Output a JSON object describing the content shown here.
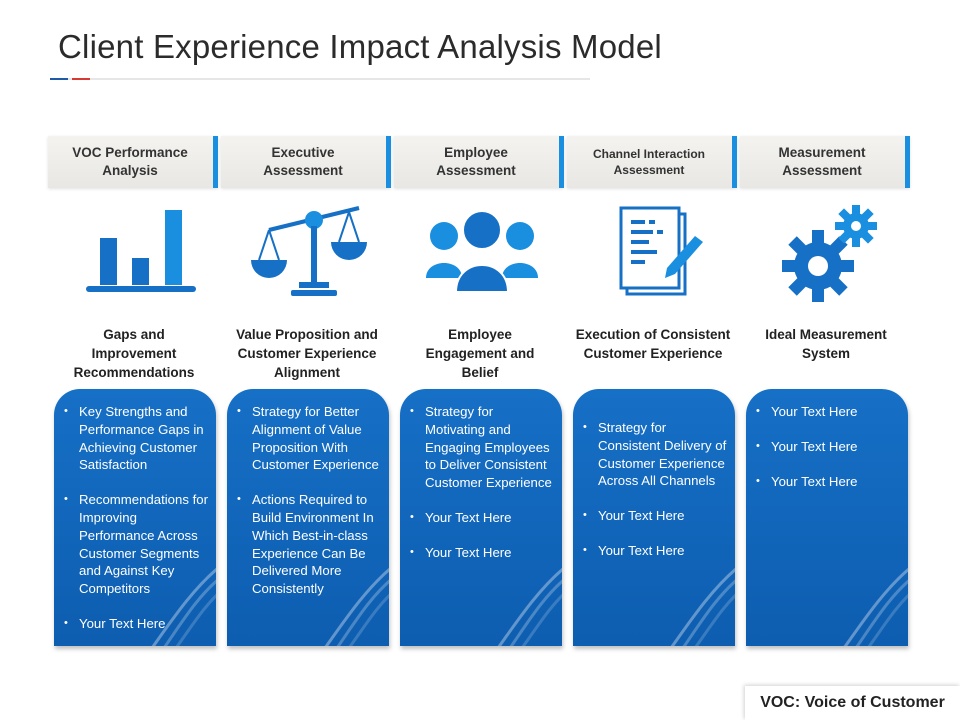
{
  "title": "Client Experience Impact Analysis Model",
  "accent_colors": {
    "primary_blue": "#1670c6",
    "header_accent": "#1a8fe0",
    "rule_blue": "#1f5aa6",
    "rule_red": "#d63b33"
  },
  "columns": [
    {
      "header": "VOC Performance\nAnalysis",
      "icon": "bar-chart-icon",
      "subtitle": "Gaps and\nImprovement\nRecommendations",
      "bullets": [
        "Key Strengths and Performance Gaps in Achieving Customer Satisfaction",
        "Recommendations for Improving Performance Across Customer Segments and Against Key Competitors",
        "Your Text Here"
      ]
    },
    {
      "header": "Executive\nAssessment",
      "icon": "balance-scale-icon",
      "subtitle": "Value Proposition and\nCustomer Experience\nAlignment",
      "bullets": [
        "Strategy for Better Alignment of Value Proposition With Customer Experience",
        "Actions Required to Build Environment In Which Best-in-class Experience Can Be Delivered More Consistently"
      ]
    },
    {
      "header": "Employee\nAssessment",
      "icon": "people-group-icon",
      "subtitle": "Employee\nEngagement and\nBelief",
      "bullets": [
        "Strategy for Motivating and Engaging Employees to Deliver Consistent Customer Experience",
        "Your Text Here",
        "Your Text Here"
      ]
    },
    {
      "header": "Channel Interaction\nAssessment",
      "icon": "document-pen-icon",
      "subtitle": "Execution of Consistent\nCustomer Experience",
      "bullets": [
        "Strategy for Consistent Delivery of Customer Experience Across All Channels",
        "Your Text Here",
        "Your Text Here"
      ]
    },
    {
      "header": "Measurement\nAssessment",
      "icon": "gears-icon",
      "subtitle": "Ideal Measurement\nSystem",
      "bullets": [
        "Your Text Here",
        "Your Text Here",
        "Your Text Here"
      ]
    }
  ],
  "footnote": "VOC: Voice of Customer"
}
